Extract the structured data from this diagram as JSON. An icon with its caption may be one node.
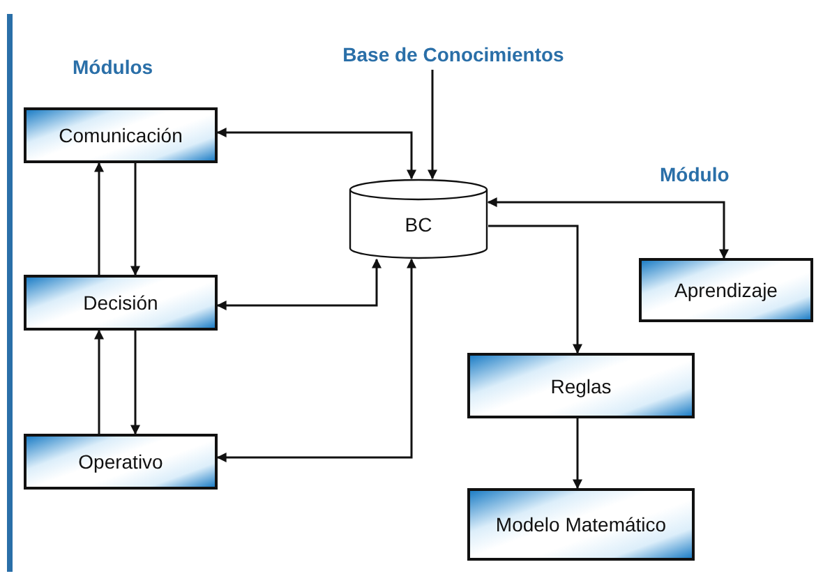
{
  "diagram": {
    "nodes": [
      {
        "text": [
          "Base de Conocimientos"
        ]
      },
      {
        "text": [
          "Comunicación"
        ]
      },
      {
        "text": [
          "BC"
        ]
      },
      {
        "text": [
          "Decisión"
        ]
      },
      {
        "text": [
          "Aprendizaje"
        ]
      },
      {
        "text": [
          "Reglas"
        ]
      },
      {
        "text": [
          "Operativo"
        ]
      },
      {
        "text": [
          "Modelo Matemático"
        ]
      }
    ],
    "edges": [
      {
        "from": 0,
        "to": 2,
        "arrow": "to"
      },
      {
        "from": 2,
        "to": 1,
        "arrow": "both"
      },
      {
        "from": 1,
        "to": 3,
        "arrow": "to"
      },
      {
        "from": 3,
        "to": 1,
        "arrow": "to"
      },
      {
        "from": 2,
        "to": 3,
        "arrow": "both"
      },
      {
        "from": 3,
        "to": 6,
        "arrow": "to"
      },
      {
        "from": 6,
        "to": 3,
        "arrow": "to"
      },
      {
        "from": 2,
        "to": 6,
        "arrow": "both"
      },
      {
        "from": 2,
        "to": 4,
        "arrow": "both"
      },
      {
        "from": 2,
        "to": 5,
        "arrow": "to"
      },
      {
        "from": 5,
        "to": 7,
        "arrow": "to"
      }
    ],
    "labels": [
      "Módulos",
      "Módulo"
    ]
  }
}
